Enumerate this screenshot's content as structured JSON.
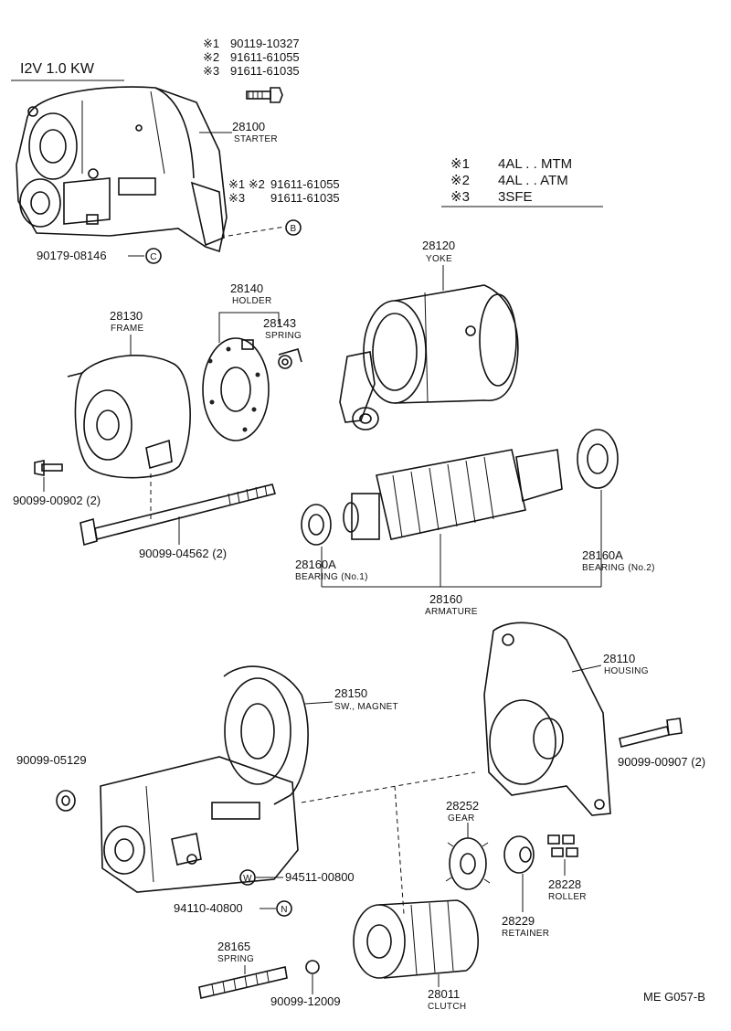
{
  "header": {
    "spec": "I2V  1.0 KW"
  },
  "legend": {
    "items": [
      {
        "mark": "※1",
        "text": "4AL . . MTM"
      },
      {
        "mark": "※2",
        "text": "4AL . . ATM"
      },
      {
        "mark": "※3",
        "text": "3SFE"
      }
    ]
  },
  "top_bolt_codes": [
    {
      "mark": "※1",
      "number": "90119-10327"
    },
    {
      "mark": "※2",
      "number": "91611-61055"
    },
    {
      "mark": "※3",
      "number": "91611-61035"
    }
  ],
  "mid_bolt_codes": [
    {
      "mark": "※1 ※2",
      "number": "91611-61055"
    },
    {
      "mark": "※3",
      "number": "91611-61035"
    }
  ],
  "ref_marks": {
    "b": "B",
    "c": "C",
    "w": "W",
    "n": "N"
  },
  "parts": {
    "starter": {
      "number": "28100",
      "name": "STARTER"
    },
    "yoke": {
      "number": "28120",
      "name": "YOKE"
    },
    "holder": {
      "number": "28140",
      "name": "HOLDER"
    },
    "spring_brush": {
      "number": "28143",
      "name": "SPRING"
    },
    "frame": {
      "number": "28130",
      "name": "FRAME"
    },
    "bearing1": {
      "number": "28160A",
      "name": "BEARING (No.1)"
    },
    "bearing2": {
      "number": "28160A",
      "name": "BEARING (No.2)"
    },
    "armature": {
      "number": "28160",
      "name": "ARMATURE"
    },
    "housing": {
      "number": "28110",
      "name": "HOUSING"
    },
    "magnet": {
      "number": "28150",
      "name": "SW., MAGNET"
    },
    "gear": {
      "number": "28252",
      "name": "GEAR"
    },
    "roller": {
      "number": "28228",
      "name": "ROLLER"
    },
    "retainer": {
      "number": "28229",
      "name": "RETAINER"
    },
    "spring_bottom": {
      "number": "28165",
      "name": "SPRING"
    },
    "clutch": {
      "number": "28011",
      "name": "CLUTCH"
    }
  },
  "fasteners": {
    "nut_c": "90179-08146",
    "screw_frame": "90099-00902 (2)",
    "through_bolt": "90099-04562 (2)",
    "nut_magnet": "90099-05129",
    "bolt_housing": "90099-00907 (2)",
    "washer": "94511-00800",
    "nut_n": "94110-40800",
    "ball": "90099-12009"
  },
  "footer": {
    "code": "ME G057-B"
  }
}
